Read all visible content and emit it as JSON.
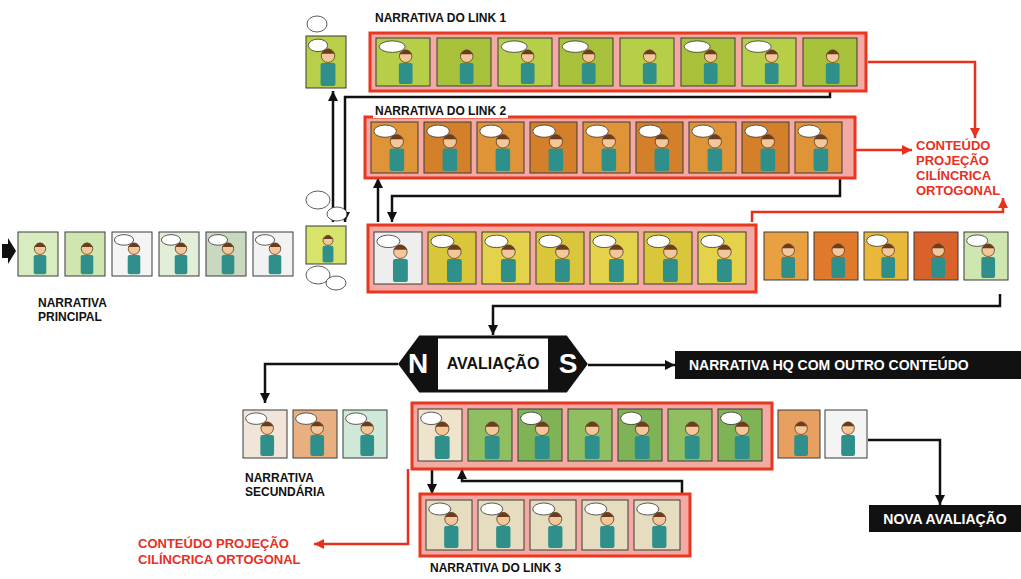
{
  "diagram": {
    "nodes": [
      {
        "text": [
          "NARRATIVA DO LINK 1"
        ]
      },
      {
        "text": [
          "NARRATIVA DO LINK 2"
        ]
      },
      {
        "text": [
          "CONTEÚDO PROJEÇÃO CILÍNCRICA ORTOGONAL"
        ]
      },
      {
        "text": [
          "NARRATIVA PRINCIPAL"
        ]
      },
      {
        "text": [
          "N",
          "AVALIAÇÃO",
          "S"
        ]
      },
      {
        "text": [
          "NARRATIVA HQ COM OUTRO CONTEÚDO"
        ]
      },
      {
        "text": [
          "NARRATIVA SECUNDÁRIA"
        ]
      },
      {
        "text": [
          "NOVA AVALIAÇÃO"
        ]
      },
      {
        "text": [
          "NARRATIVA DO LINK 3"
        ]
      },
      {
        "text": [
          "CONTEÚDO PROJEÇÃO CILÍNCRICA ORTOGONAL"
        ]
      }
    ],
    "edges": [
      {
        "from": 3,
        "to": 0,
        "arrow": "to"
      },
      {
        "from": 0,
        "to": 3,
        "arrow": "to"
      },
      {
        "from": 3,
        "to": 1,
        "arrow": "to"
      },
      {
        "from": 1,
        "to": 3,
        "arrow": "to"
      },
      {
        "from": 0,
        "to": 2,
        "arrow": "to"
      },
      {
        "from": 1,
        "to": 2,
        "arrow": "to"
      },
      {
        "from": 3,
        "to": 2,
        "arrow": "to"
      },
      {
        "from": 3,
        "to": 4,
        "arrow": "to"
      },
      {
        "from": 4,
        "to": 5,
        "arrow": "to"
      },
      {
        "from": 4,
        "to": 6,
        "arrow": "to"
      },
      {
        "from": 6,
        "to": 7,
        "arrow": "to"
      },
      {
        "from": 6,
        "to": 8,
        "arrow": "to"
      },
      {
        "from": 8,
        "to": 6,
        "arrow": "to"
      },
      {
        "from": 6,
        "to": 9,
        "arrow": "to"
      }
    ]
  }
}
